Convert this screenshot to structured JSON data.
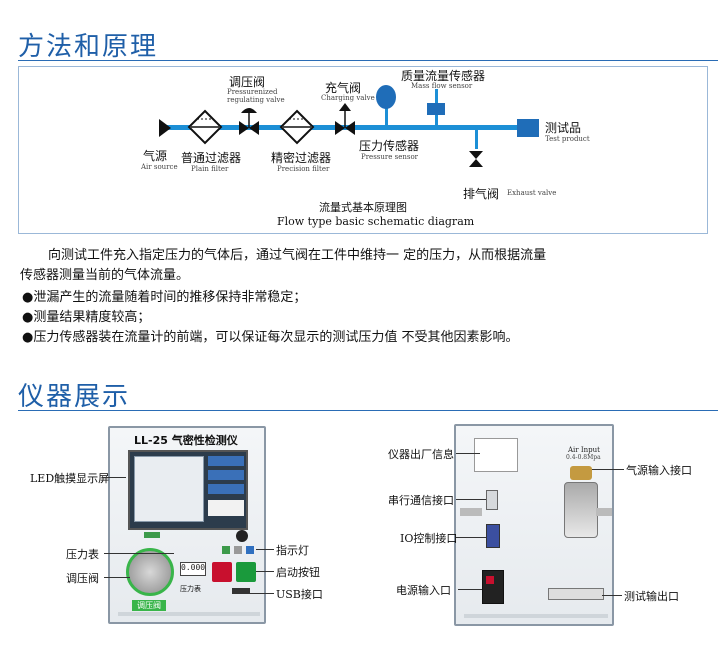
{
  "section1": {
    "title": "方法和原理",
    "schematic": {
      "caption_cn": "流量式基本原理图",
      "caption_en": "Flow type basic schematic diagram",
      "air_source": {
        "cn": "气源",
        "en": "Air source"
      },
      "plain_filter": {
        "cn": "普通过滤器",
        "en": "Plain filter"
      },
      "pressure_valve": {
        "cn": "调压阀",
        "en1": "Pressurenized",
        "en2": "regulating valve"
      },
      "precision_filter": {
        "cn": "精密过滤器",
        "en": "Precision filter"
      },
      "charging_valve": {
        "cn": "充气阀",
        "en": "Charging valve"
      },
      "pressure_sensor": {
        "cn": "压力传感器",
        "en": "Pressure sensor"
      },
      "mass_flow_sensor": {
        "cn": "质量流量传感器",
        "en": "Mass flow sensor"
      },
      "test_product": {
        "cn": "测试品",
        "en": "Test product"
      },
      "exhaust_valve": {
        "cn": "排气阀",
        "en": "Exhaust valve"
      }
    },
    "paragraph_line1": "向测试工件充入指定压力的气体后，通过气阀在工件中维持一 定的压力，从而根据流量",
    "paragraph_line2": "传感器测量当前的气体流量。",
    "bullets": [
      "●泄漏产生的流量随着时间的推移保持非常稳定；",
      "●测量结果精度较高；",
      "●压力传感器装在流量计的前端，可以保证每次显示的测试压力值 不受其他因素影响。"
    ]
  },
  "section2": {
    "title": "仪器展示",
    "front": {
      "device_title": "LL-25 气密性检测仪",
      "knob_label": "调压阀",
      "gauge_label": "压力表",
      "gauge_value": "0.000",
      "callouts": {
        "screen": "LED触摸显示屏",
        "gauge": "压力表",
        "knob": "调压阀",
        "indicator": "指示灯",
        "start": "启动按钮",
        "usb": "USB接口"
      }
    },
    "back": {
      "air_input": "Air Input",
      "air_input_sub": "0.4-0.8Mpa",
      "callouts": {
        "nameplate": "仪器出厂信息",
        "serial": "串行通信接口",
        "io": "IO控制接口",
        "power": "电源输入口",
        "air_in": "气源输入接口",
        "test_out": "测试输出口"
      }
    }
  },
  "colors": {
    "heading": "#1f5fa8",
    "pipe": "#1c8fd6",
    "rule": "#2a6cb5"
  }
}
